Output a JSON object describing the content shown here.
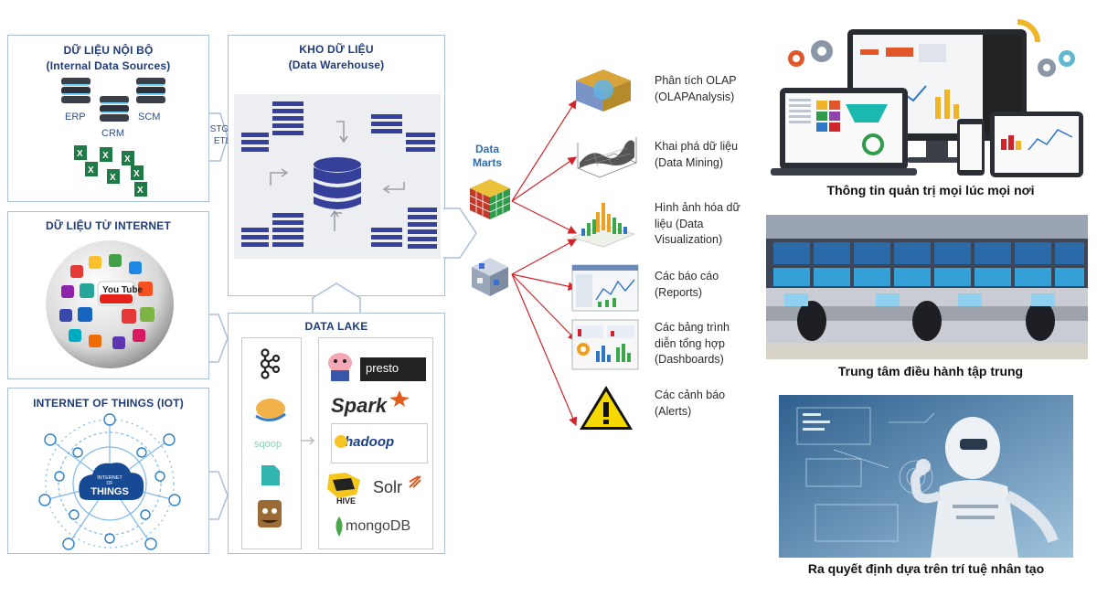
{
  "internal": {
    "title": "DỮ LIỆU NỘI BỘ",
    "subtitle": "(Internal Data Sources)",
    "sources": [
      "ERP",
      "CRM",
      "SCM"
    ]
  },
  "internet": {
    "title": "DỮ LIỆU TỪ INTERNET",
    "logo_text": "You Tube"
  },
  "iot": {
    "title": "INTERNET OF THINGS (IOT)",
    "cloud_lines": [
      "INTERNET",
      "OF",
      "THINGS"
    ]
  },
  "warehouse": {
    "title": "KHO DỮ LIỆU",
    "subtitle": "(Data Warehouse)",
    "stg_label": [
      "STG -",
      "ETL"
    ]
  },
  "datalake": {
    "title": "DATA LAKE",
    "tools": [
      "presto",
      "Spark",
      "hadoop",
      "HIVE",
      "Solr",
      "mongoDB"
    ]
  },
  "data_marts": {
    "label": [
      "Data",
      "Marts"
    ]
  },
  "outputs": [
    {
      "lines": [
        "Phân tích OLAP",
        "(OLAPAnalysis)"
      ]
    },
    {
      "lines": [
        "Khai phá dữ liệu",
        "(Data Mining)"
      ]
    },
    {
      "lines": [
        "Hình ảnh hóa dữ",
        "liệu (Data",
        "Visualization)"
      ]
    },
    {
      "lines": [
        "Các báo cáo",
        "(Reports)"
      ]
    },
    {
      "lines": [
        "Các bảng trình",
        "diễn tổng hợp",
        "(Dashboards)"
      ]
    },
    {
      "lines": [
        "Các cảnh báo",
        "(Alerts)"
      ]
    }
  ],
  "captions": [
    "Thông tin quản trị mọi lúc mọi nơi",
    "Trung tâm điều hành tập trung",
    "Ra quyết định dựa trên trí tuệ nhân tạo"
  ],
  "colors": {
    "panel_border": "#a9bfdc",
    "title": "#1f3c78",
    "bars": "#35409a",
    "arrow": "#d0262b"
  }
}
